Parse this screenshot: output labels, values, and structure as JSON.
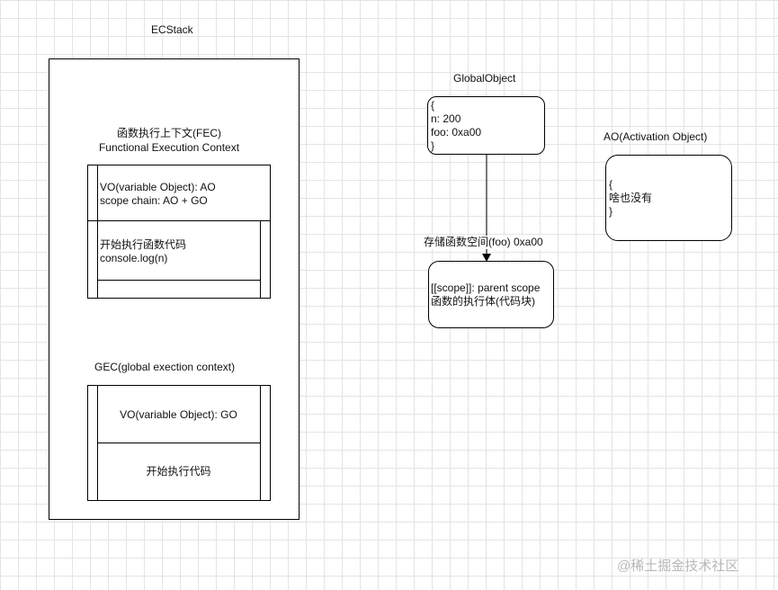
{
  "ecstack": {
    "title": "ECStack",
    "fec": {
      "title_line1": "函数执行上下文(FEC)",
      "title_line2": "Functional Execution Context",
      "vo_line1": "VO(variable Object): AO",
      "vo_line2": "scope chain: AO + GO",
      "exec_line1": "开始执行函数代码",
      "exec_line2": "console.log(n)"
    },
    "gec": {
      "title": "GEC(global exection context)",
      "vo": "VO(variable Object): GO",
      "exec": "开始执行代码"
    }
  },
  "global_object": {
    "title": "GlobalObject",
    "lines": [
      "{",
      "n: 200",
      "foo: 0xa00",
      "}"
    ]
  },
  "function_storage": {
    "label": "存储函数空间(foo) 0xa00",
    "line1": "[[scope]]: parent scope",
    "line2": "函数的执行体(代码块)"
  },
  "activation_object": {
    "title": "AO(Activation Object)",
    "lines": [
      "{",
      "啥也没有",
      "}"
    ]
  },
  "watermark": "@稀土掘金技术社区"
}
